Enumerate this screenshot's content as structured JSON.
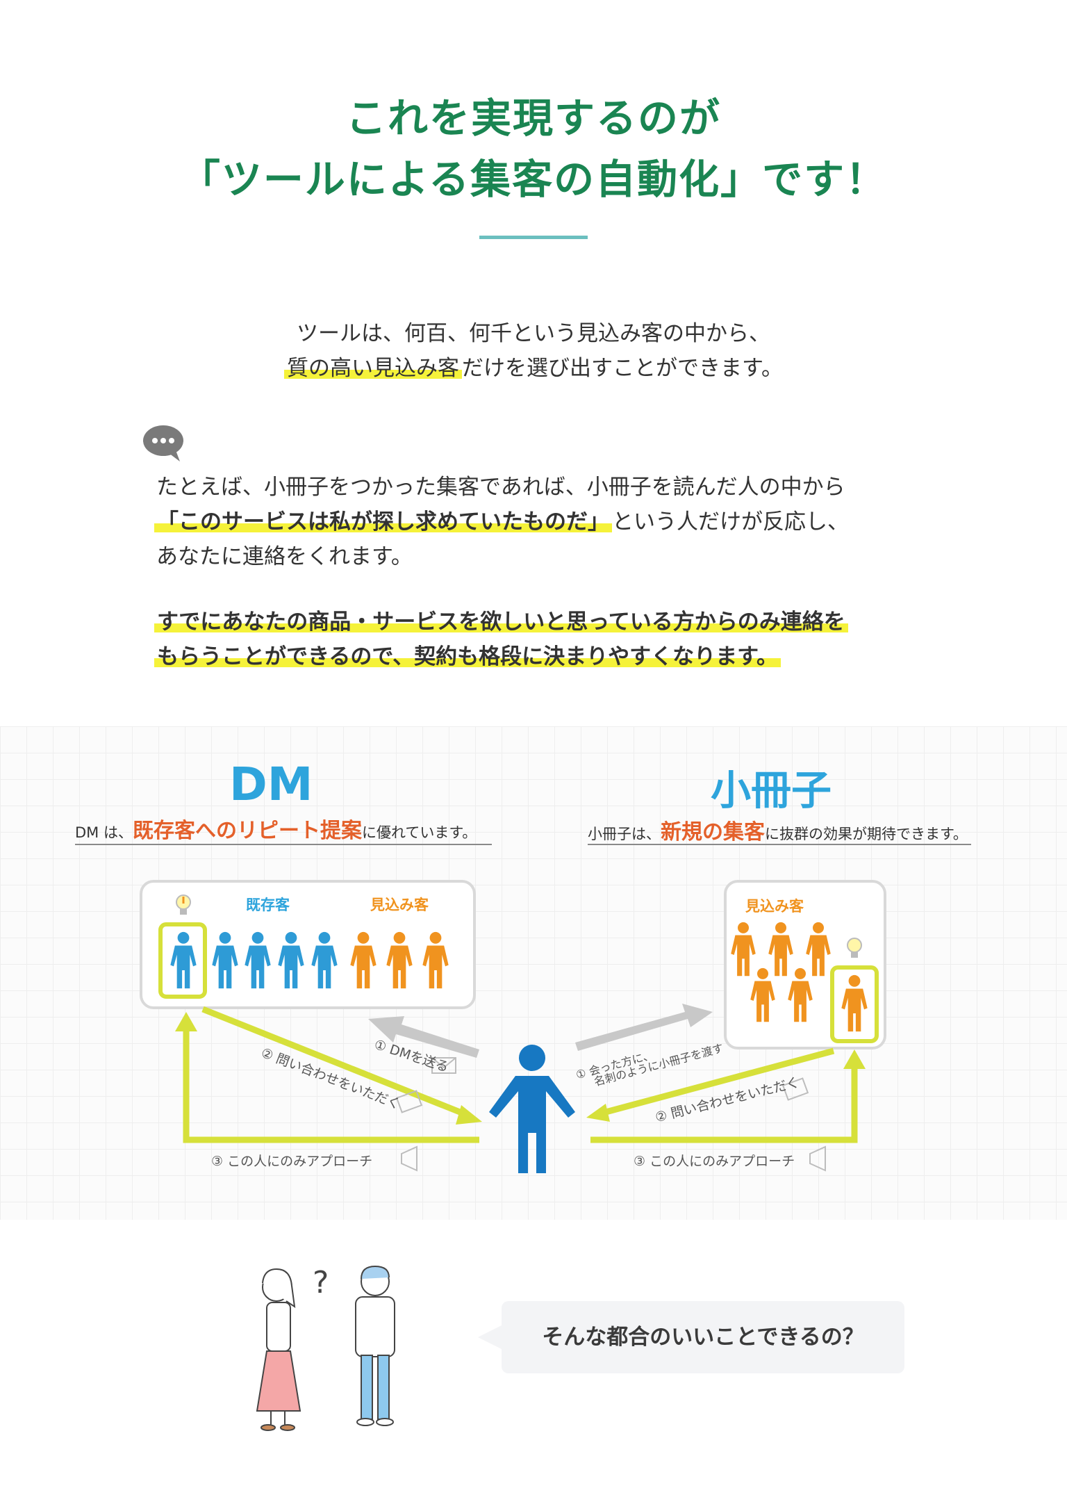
{
  "hero": {
    "title_line1": "これを実現するのが",
    "title_line2": "「ツールによる集客の自動化」です！"
  },
  "intro": {
    "line1": "ツールは、何百、何千という見込み客の中から、",
    "line2_highlight": "質の高い見込み客",
    "line2_rest": "だけを選び出すことができます。"
  },
  "example": {
    "line1": "たとえば、小冊子をつかった集客であれば、小冊子を読んだ人の中から",
    "line2_quote": "「このサービスは私が探し求めていたものだ」",
    "line2_rest": "という人だけが反応し、",
    "line3": "あなたに連絡をくれます。",
    "line4": "すでにあなたの商品・サービスを欲しいと思っている方からのみ連絡を",
    "line5": "もらうことができるので、契約も格段に決まりやすくなります。"
  },
  "diagram": {
    "dm": {
      "heading": "DM",
      "sub_prefix": "DM は、",
      "sub_emphasis": "既存客へのリピート提案",
      "sub_suffix": "に優れています。",
      "label_existing": "既存客",
      "label_prospect": "見込み客",
      "step1": "① DMを送る",
      "step2": "② 問い合わせをいただく",
      "step3": "③ この人にのみアプローチ"
    },
    "booklet": {
      "heading": "小冊子",
      "sub_prefix": "小冊子は、",
      "sub_emphasis": "新規の集客",
      "sub_suffix": "に抜群の効果が期待できます。",
      "label_prospect": "見込み客",
      "step1_line1": "① 会った方に、",
      "step1_line2": "名刺のように小冊子を渡す",
      "step2": "② 問い合わせをいただく",
      "step3": "③ この人にのみアプローチ"
    },
    "colors": {
      "blue": "#2e9bd6",
      "orange": "#f0931f",
      "lime": "#d6e03a",
      "center": "#1778c2"
    },
    "icons": [
      "chat-bubble-icon",
      "person-icon",
      "light-bulb-icon",
      "envelope-icon",
      "pen-icon",
      "megaphone-icon",
      "question-mark-icon"
    ]
  },
  "bottom": {
    "question_mark": "?",
    "bubble_text": "そんな都合のいいことできるの？"
  }
}
